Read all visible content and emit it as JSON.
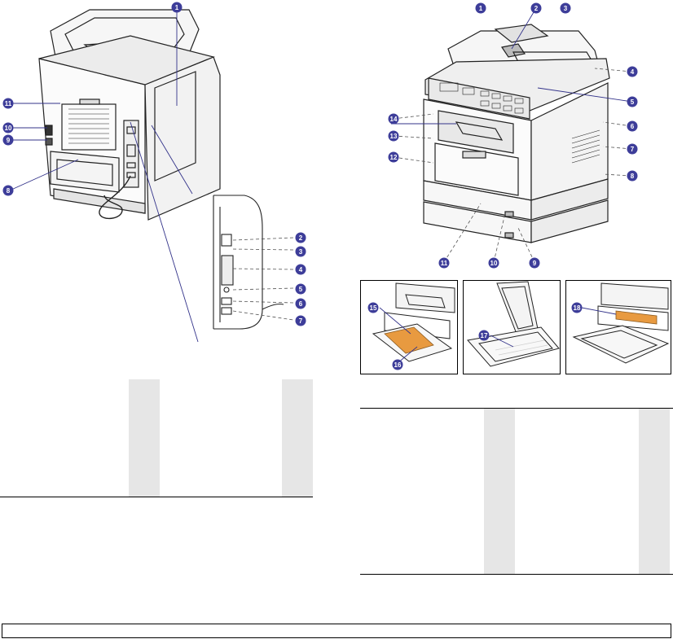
{
  "rear_view": {
    "callouts": [
      "1",
      "2",
      "3",
      "4",
      "5",
      "6",
      "7",
      "8",
      "9",
      "10",
      "11"
    ]
  },
  "front_view": {
    "callouts": [
      "1",
      "2",
      "3",
      "4",
      "5",
      "6",
      "7",
      "8",
      "9",
      "10",
      "11",
      "12",
      "13",
      "14"
    ]
  },
  "inset_views": {
    "callouts": [
      "15",
      "16",
      "17",
      "18"
    ]
  },
  "colors": {
    "callout_fill": "#3d3d99",
    "accent_orange": "#e89a40",
    "table_gray": "#e6e6e6"
  }
}
